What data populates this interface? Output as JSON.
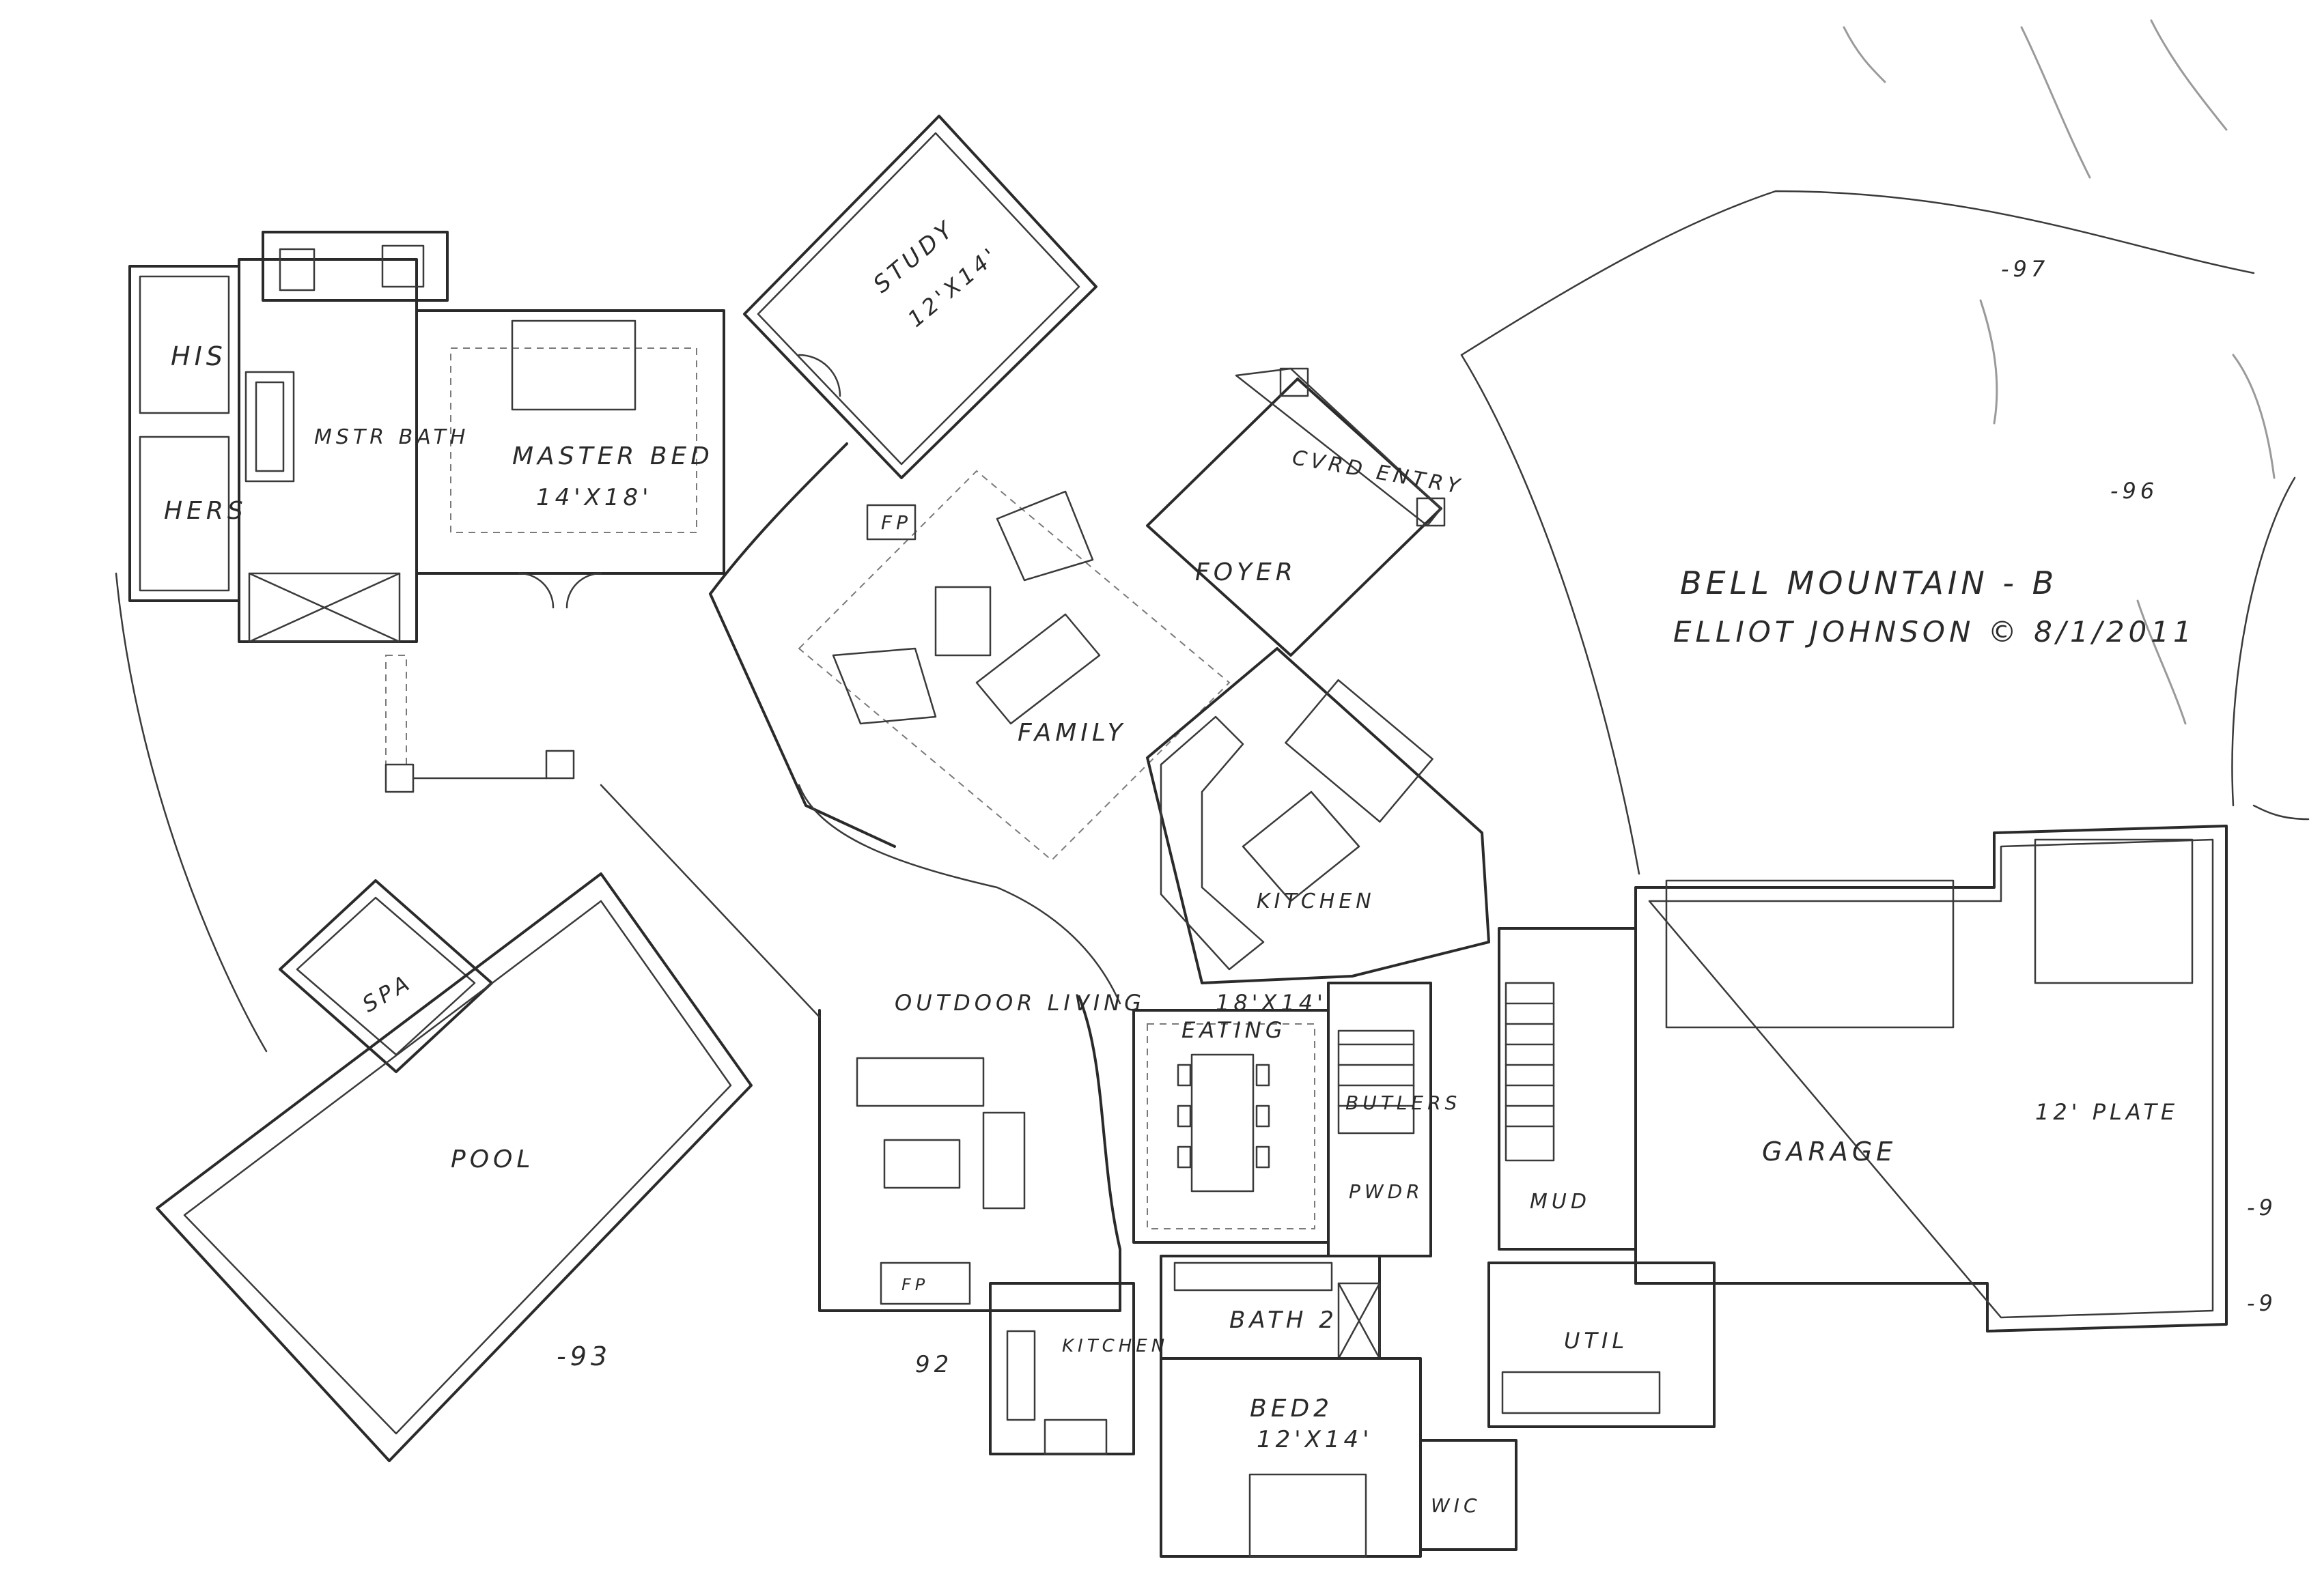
{
  "title_block": {
    "project": "BELL MOUNTAIN - B",
    "credit": "ELLIOT JOHNSON © 8/1/2011"
  },
  "rooms": {
    "his": "HIS",
    "hers": "HERS",
    "master_bath": "MSTR BATH",
    "master_bed": "MASTER BED",
    "master_bed_size": "14'X18'",
    "study": "STUDY",
    "study_size": "12'X14'",
    "family": "FAMILY",
    "fp": "FP",
    "foyer": "FOYER",
    "covered_entry": "CVRD ENTRY",
    "kitchen": "KITCHEN",
    "eating_size": "18'X14'",
    "eating": "EATING",
    "outdoor_living": "OUTDOOR LIVING",
    "outdoor_kitchen": "KITCHEN",
    "spa": "SPA",
    "pool": "POOL",
    "butlers": "BUTLERS",
    "pwdr": "PWDR",
    "mud": "MUD",
    "bath2": "BATH 2",
    "util": "UTIL",
    "bed2": "BED2",
    "bed2_size": "12'X14'",
    "wic": "WIC",
    "garage": "GARAGE",
    "plate": "12' PLATE",
    "fp_outdoor": "FP"
  },
  "contours": {
    "c97": "-97",
    "c96": "-96",
    "c93": "-93",
    "c92": "92",
    "c9a": "-9",
    "c9b": "-9"
  }
}
